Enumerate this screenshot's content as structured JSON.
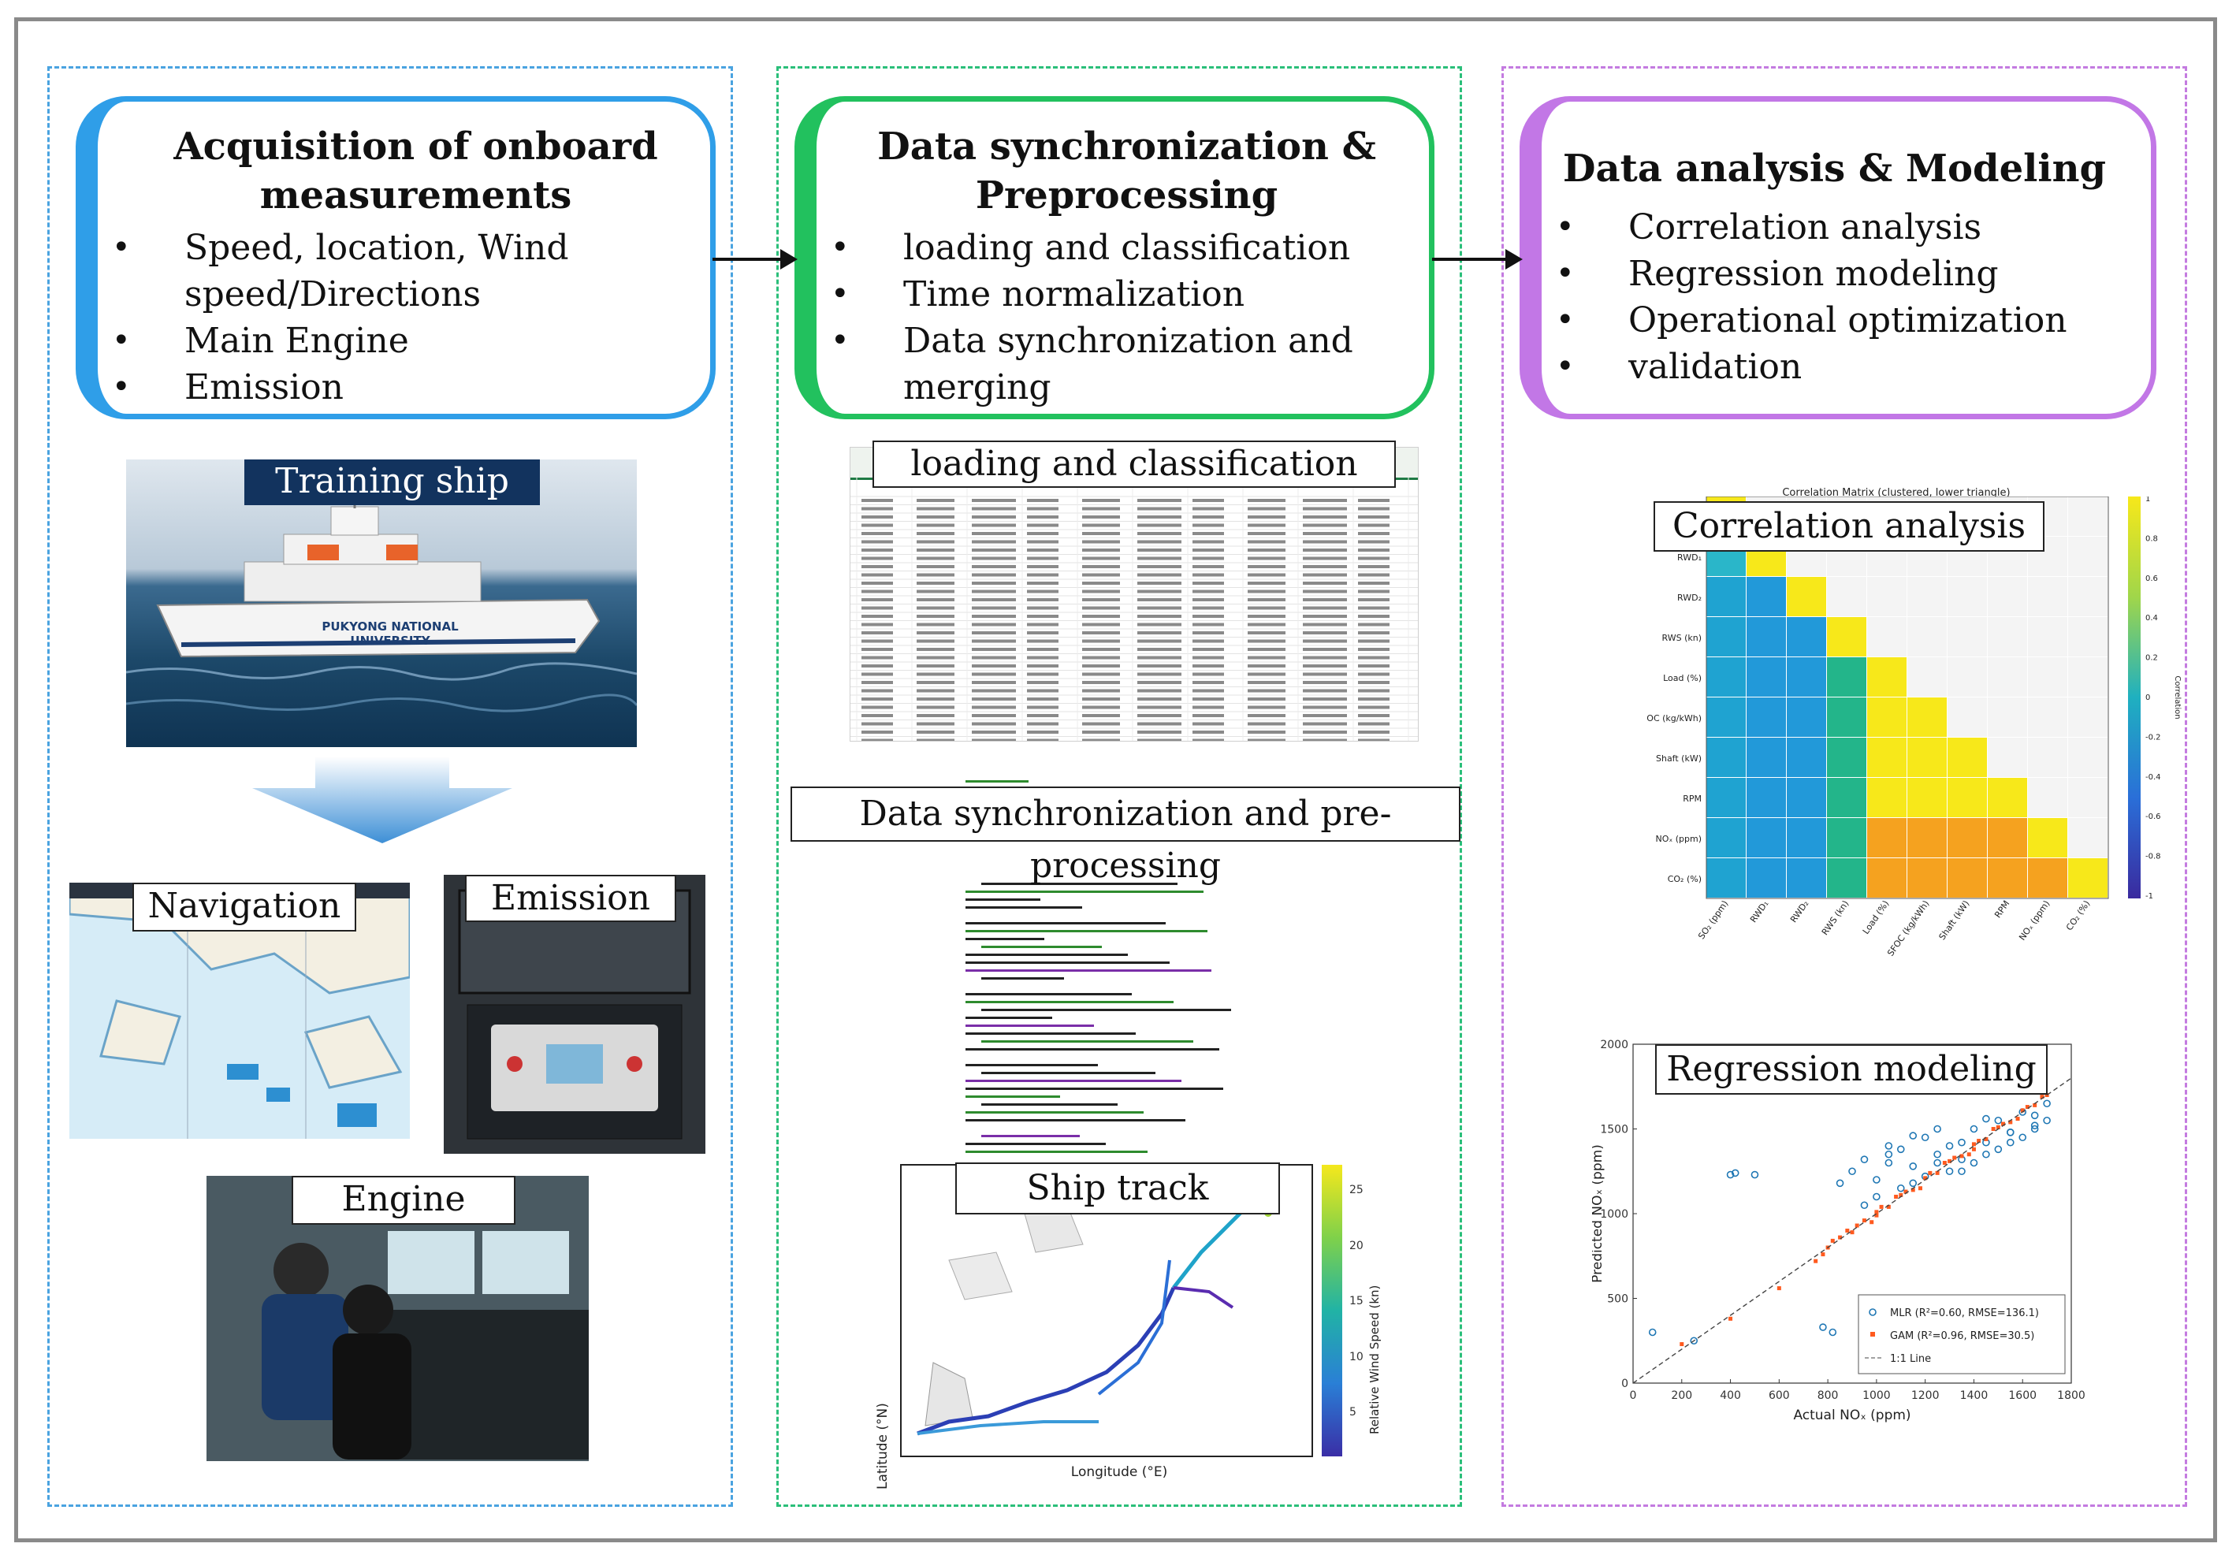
{
  "stages": [
    {
      "title": "Acquisition of onboard measurements",
      "items": [
        "Speed, location, Wind speed/Directions",
        "Main Engine",
        "Emission"
      ]
    },
    {
      "title": "Data synchronization & Preprocessing",
      "items": [
        "loading and classification",
        "Time normalization",
        "Data synchronization and merging"
      ]
    },
    {
      "title": "Data analysis & Modeling",
      "items": [
        "Correlation analysis",
        "Regression modeling",
        "Operational optimization",
        "validation"
      ]
    }
  ],
  "panels": {
    "training_ship": "Training ship",
    "navigation": "Navigation",
    "emission": "Emission",
    "engine": "Engine",
    "loading": "loading and classification",
    "sync": "Data synchronization and pre-processing",
    "ship_track": "Ship track",
    "correlation": "Correlation analysis",
    "regression": "Regression modeling"
  },
  "ship_hull_text": "PUKYONG NATIONAL UNIVERSITY",
  "ship_track_axes": {
    "xlabel": "Longitude (°E)",
    "ylabel": "Latitude (°N)",
    "colorbar_label": "Relative Wind Speed (kn)",
    "colorbar_ticks": [
      25,
      20,
      15,
      10,
      5
    ]
  },
  "correlation_matrix": {
    "title": "Correlation Matrix (clustered, lower triangle)",
    "variables": [
      "SO₂ (ppm)",
      "RWD₁",
      "RWD₂",
      "RWS (kn)",
      "Load (%)",
      "SFOC (kg/kWh)",
      "Shaft (kW)",
      "RPM",
      "NOₓ (ppm)",
      "CO₂ (%)"
    ],
    "colorbar_ticks": [
      "1",
      "0.8",
      "0.6",
      "0.4",
      "0.2",
      "0",
      "-0.2",
      "-0.4",
      "-0.6",
      "-0.8",
      "-1"
    ],
    "colorbar_label": "Correlation"
  },
  "chart_data": {
    "type": "scatter",
    "title": "",
    "xlabel": "Actual NOₓ (ppm)",
    "ylabel": "Predicted NOₓ (ppm)",
    "xlim": [
      0,
      1800
    ],
    "ylim": [
      0,
      2000
    ],
    "xticks": [
      0,
      200,
      400,
      600,
      800,
      1000,
      1200,
      1400,
      1600,
      1800
    ],
    "yticks": [
      0,
      500,
      1000,
      1500,
      2000
    ],
    "legend_position": "bottom-right",
    "series": [
      {
        "name": "MLR (R²=0.60, RMSE=136.1)",
        "color": "#1f77b4",
        "x": [
          900,
          950,
          1000,
          1050,
          1100,
          1150,
          1200,
          1250,
          1300,
          1350,
          1400,
          1450,
          1500,
          1550,
          1600,
          1650,
          1700,
          1000,
          1100,
          1200,
          1300,
          1400,
          1500,
          1600,
          1700,
          1050,
          1150,
          1250,
          1350,
          1450,
          1550,
          1650,
          850,
          950,
          1050,
          1150,
          1250,
          1350,
          1450,
          1550,
          1650,
          400,
          420,
          500,
          780,
          820,
          250,
          80
        ],
        "y": [
          1250,
          1320,
          1200,
          1300,
          1380,
          1280,
          1450,
          1350,
          1400,
          1320,
          1500,
          1420,
          1550,
          1480,
          1600,
          1520,
          1650,
          1100,
          1150,
          1220,
          1250,
          1300,
          1380,
          1450,
          1550,
          1400,
          1460,
          1500,
          1420,
          1560,
          1480,
          1580,
          1180,
          1050,
          1350,
          1180,
          1300,
          1250,
          1350,
          1420,
          1500,
          1230,
          1240,
          1230,
          330,
          300,
          250,
          300
        ]
      },
      {
        "name": "GAM (R²=0.96, RMSE=30.5)",
        "color": "#ff5a1f",
        "x": [
          750,
          800,
          850,
          900,
          950,
          1000,
          1050,
          1100,
          1150,
          1200,
          1250,
          1300,
          1350,
          1400,
          1450,
          1500,
          1550,
          1600,
          1650,
          1700,
          780,
          880,
          980,
          1080,
          1180,
          1280,
          1380,
          1480,
          1580,
          1680,
          820,
          920,
          1020,
          1120,
          1220,
          1320,
          1420,
          1520,
          1620,
          400,
          600,
          200,
          1000,
          1400
        ],
        "y": [
          720,
          800,
          860,
          890,
          960,
          1010,
          1040,
          1110,
          1140,
          1210,
          1240,
          1310,
          1340,
          1410,
          1440,
          1510,
          1540,
          1610,
          1640,
          1700,
          760,
          900,
          950,
          1100,
          1150,
          1300,
          1350,
          1500,
          1560,
          1690,
          840,
          930,
          1040,
          1130,
          1240,
          1330,
          1430,
          1530,
          1630,
          380,
          560,
          230,
          990,
          1380
        ]
      },
      {
        "name": "1:1 Line",
        "color": "#444444",
        "x": [
          0,
          1800
        ],
        "y": [
          0,
          1800
        ]
      }
    ]
  }
}
